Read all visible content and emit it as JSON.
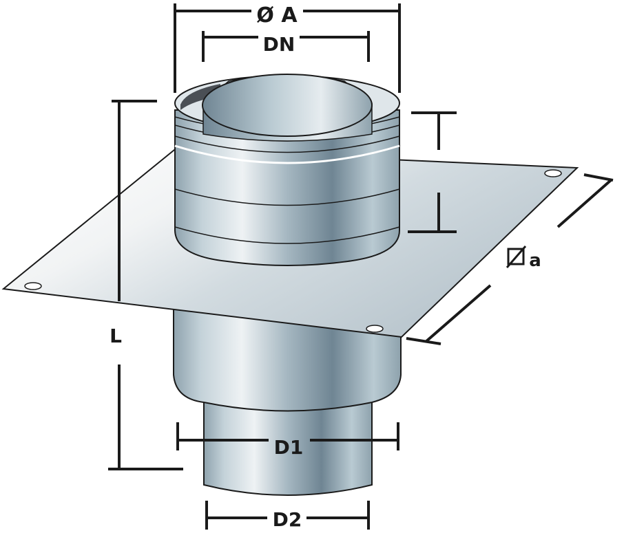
{
  "diagram": {
    "subject": "Chimney roof flashing plate with telescopic pipe adapter",
    "labels": {
      "outer_diameter": "Ø A",
      "nominal_diameter": "DN",
      "plate_size": "a",
      "length": "L",
      "diameter_1": "D1",
      "diameter_2": "D2"
    },
    "colors": {
      "line": "#1a1a1a",
      "metal_dark": "#6f8593",
      "metal_mid": "#a9bcc6",
      "metal_light": "#eef2f4",
      "plate_light": "#f4f5f6",
      "plate_shadow": "#c9d3d9"
    }
  }
}
